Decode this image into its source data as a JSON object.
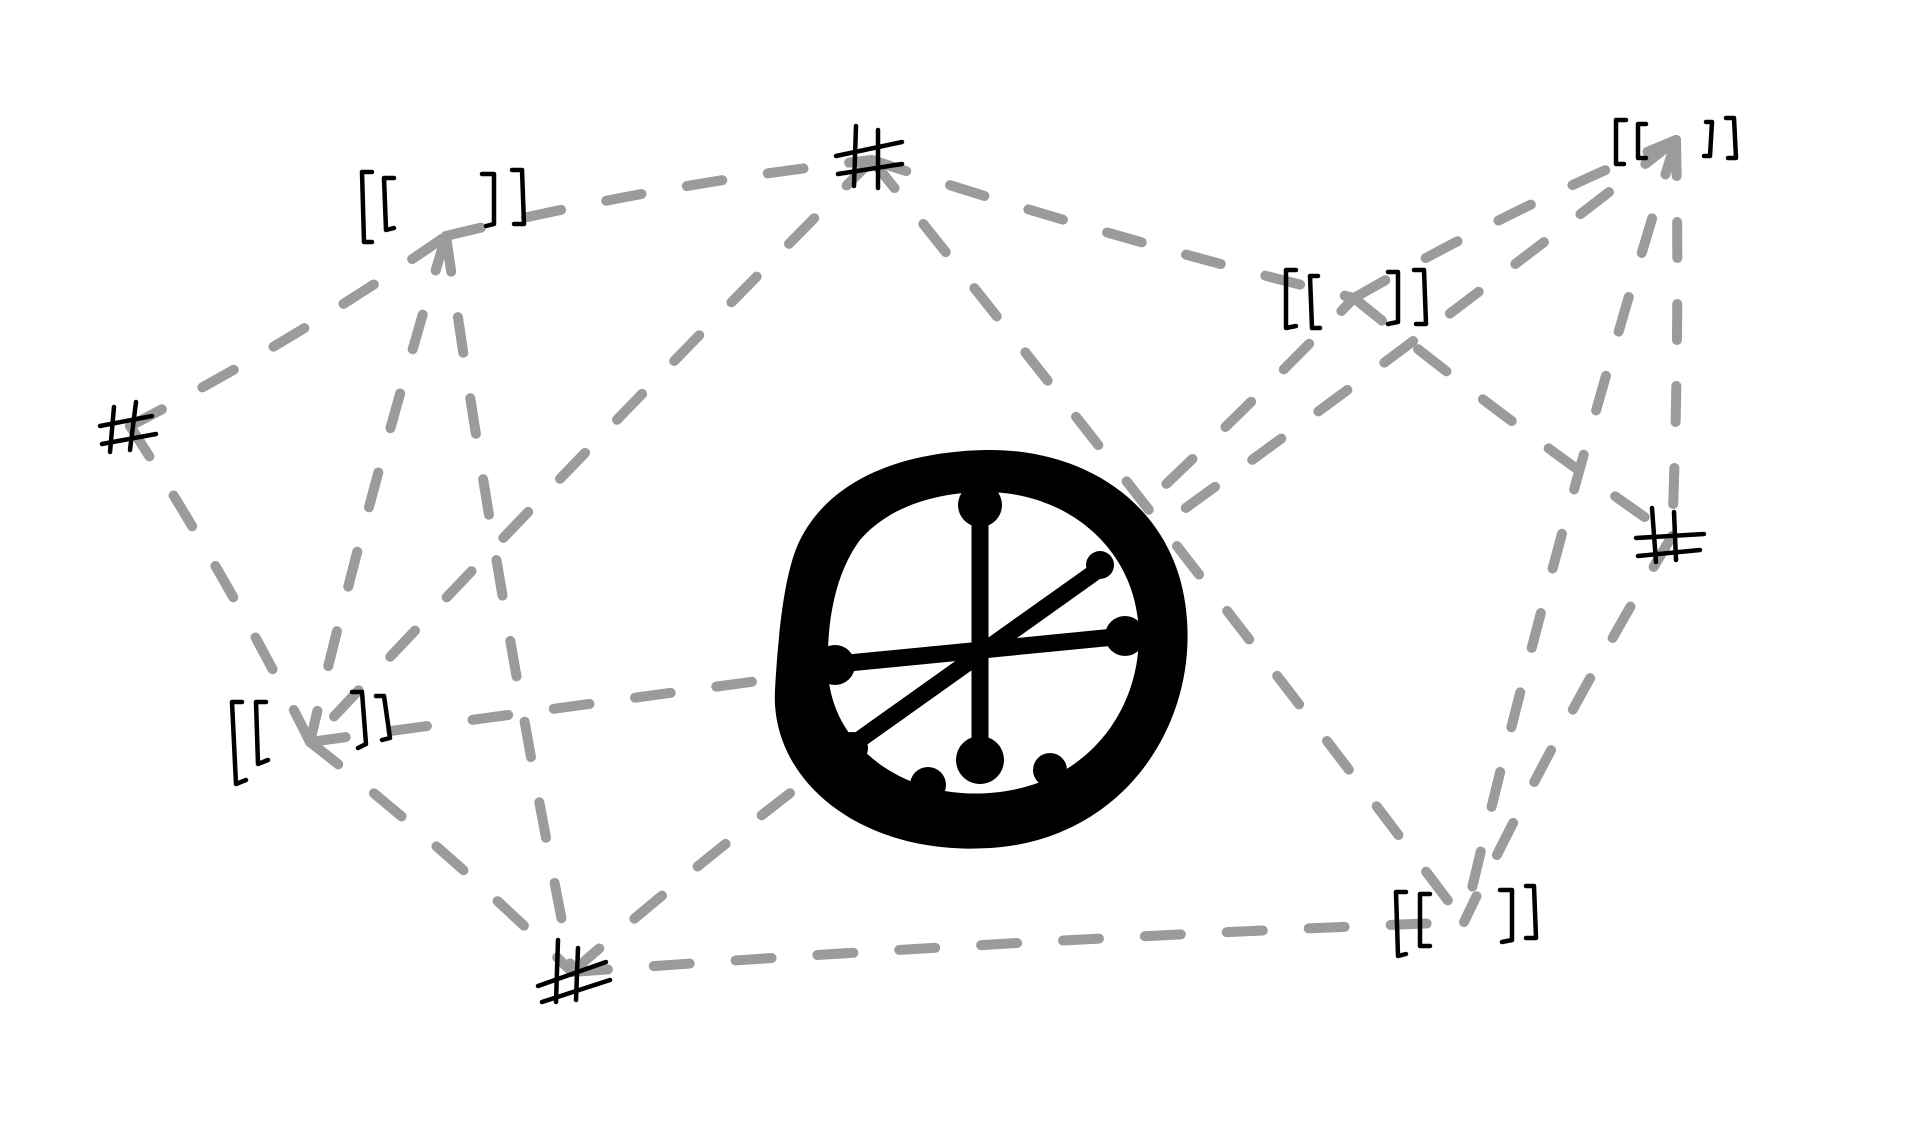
{
  "diagram": {
    "style": "hand-drawn network",
    "colors": {
      "background": "#ffffff",
      "edge": "#9b9b9b",
      "ink": "#000000",
      "hub_fill": "#000000",
      "hub_inner": "#ffffff"
    },
    "nodes": [
      {
        "id": "n1",
        "kind": "bracket-node",
        "icon": "double-bracket-icon"
      },
      {
        "id": "n2",
        "kind": "hash-node",
        "icon": "hash-icon"
      },
      {
        "id": "n3",
        "kind": "hash-node",
        "icon": "hash-icon"
      },
      {
        "id": "n4",
        "kind": "bracket-node",
        "icon": "double-bracket-icon"
      },
      {
        "id": "n5",
        "kind": "bracket-node",
        "icon": "double-bracket-icon"
      },
      {
        "id": "n6",
        "kind": "hash-node",
        "icon": "hash-icon"
      },
      {
        "id": "n7",
        "kind": "bracket-node",
        "icon": "double-bracket-icon"
      },
      {
        "id": "n8",
        "kind": "hash-node",
        "icon": "hash-icon"
      },
      {
        "id": "n9",
        "kind": "bracket-node",
        "icon": "double-bracket-icon"
      },
      {
        "id": "hub",
        "kind": "hub",
        "icon": "wheel-hub-icon"
      }
    ],
    "edges": [
      [
        "n2",
        "n1"
      ],
      [
        "n2",
        "n4"
      ],
      [
        "n1",
        "n4"
      ],
      [
        "n1",
        "n3"
      ],
      [
        "n1",
        "n7"
      ],
      [
        "n3",
        "n4"
      ],
      [
        "n3",
        "n9"
      ],
      [
        "n3",
        "n5"
      ],
      [
        "n5",
        "n6"
      ],
      [
        "n5",
        "n8"
      ],
      [
        "n6",
        "n8"
      ],
      [
        "n8",
        "n9"
      ],
      [
        "n6",
        "n9"
      ],
      [
        "n4",
        "n7"
      ],
      [
        "n7",
        "n9"
      ],
      [
        "n4",
        "hub"
      ],
      [
        "n7",
        "hub"
      ],
      [
        "hub",
        "n5"
      ],
      [
        "hub",
        "n6"
      ]
    ]
  }
}
